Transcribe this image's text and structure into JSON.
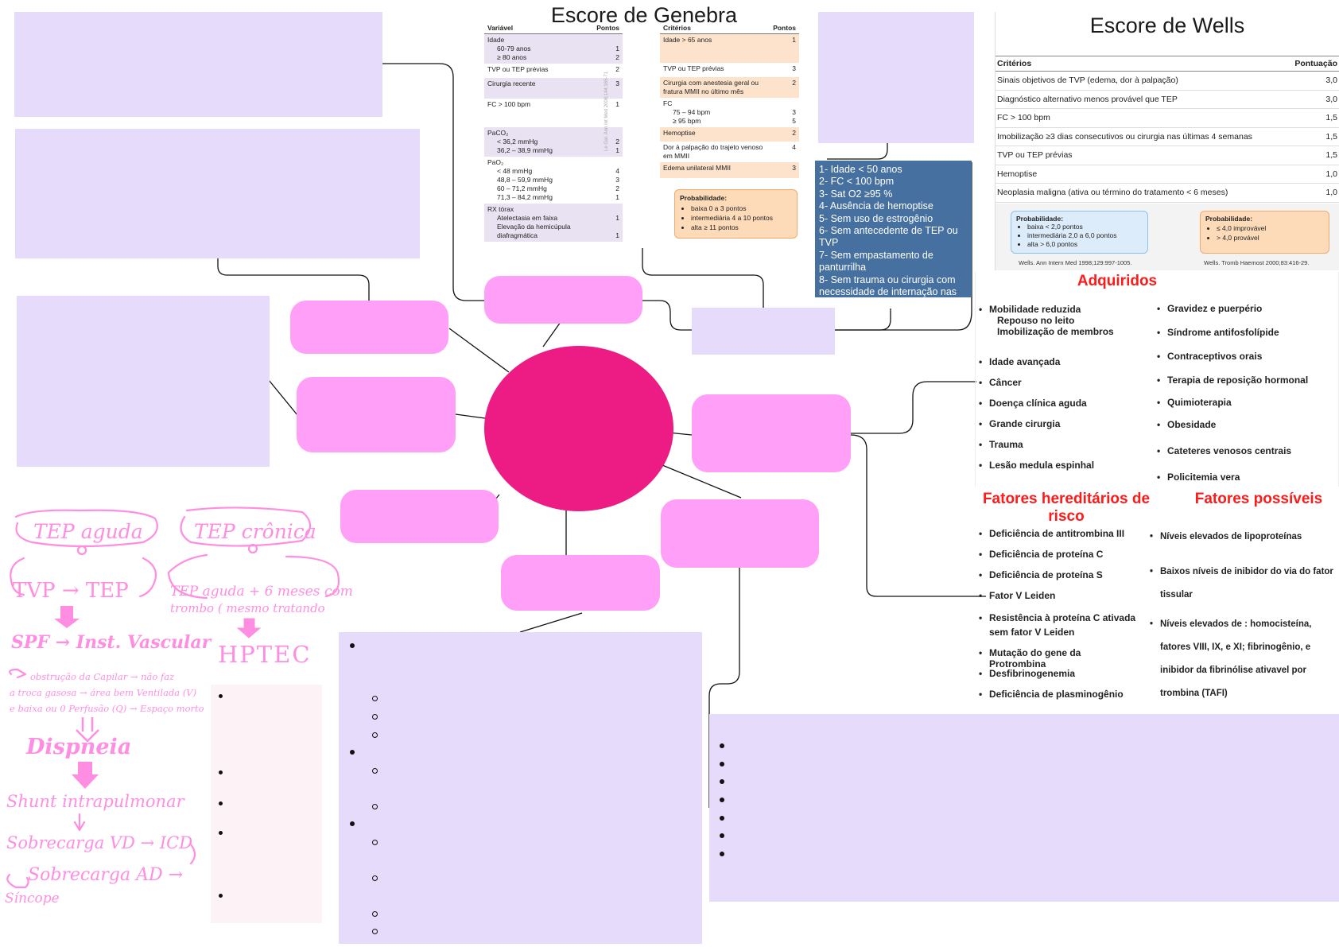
{
  "genebra": {
    "title": "Escore de Genebra",
    "left_header": [
      "Variável",
      "Pontos"
    ],
    "left_rows": [
      {
        "label": "Idade",
        "sub": [
          "60-79 anos",
          "≥ 80 anos"
        ],
        "points": [
          "",
          "1",
          "2"
        ]
      },
      {
        "label": "TVP ou TEP prévias",
        "points": [
          "2"
        ]
      },
      {
        "label": "Cirurgia recente",
        "points": [
          "3"
        ]
      },
      {
        "label": "FC > 100 bpm",
        "points": [
          "1"
        ]
      },
      {
        "label": "PaCO₂",
        "sub": [
          "< 36,2 mmHg",
          "36,2 – 38,9 mmHg"
        ],
        "points": [
          "",
          "2",
          "1"
        ]
      },
      {
        "label": "PaO₂",
        "sub": [
          "< 48 mmHg",
          "48,8 – 59,9 mmHg",
          "60 – 71,2 mmHg",
          "71,3 – 84,2 mmHg"
        ],
        "points": [
          "",
          "4",
          "3",
          "2",
          "1"
        ]
      },
      {
        "label": "RX tórax",
        "sub": [
          "Atelectasia em faixa",
          "Elevação da hemicúpula diafragmática"
        ],
        "points": [
          "",
          "1",
          "1"
        ]
      }
    ],
    "right_header": [
      "Critérios",
      "Pontos"
    ],
    "right_rows": [
      {
        "label": "Idade > 65 anos",
        "points": "1"
      },
      {
        "label": "TVP ou TEP prévias",
        "points": "3"
      },
      {
        "label": "Cirurgia com anestesia geral ou fratura MMII no último mês",
        "points": "2"
      },
      {
        "label": "FC",
        "sub": [
          "75 – 94 bpm",
          "≥ 95 bpm"
        ],
        "points": [
          "",
          "3",
          "5"
        ]
      },
      {
        "label": "Hemoptise",
        "points": "2"
      },
      {
        "label": "Dor à palpação do trajeto venoso em MMII",
        "points": "4"
      },
      {
        "label": "Edema unilateral MMII",
        "points": "3"
      }
    ],
    "side_ref": "Le Gal. Ann Int Med 2006;144:165-71",
    "prob_title": "Probabilidade:",
    "prob_items": [
      "baixa 0 a 3 pontos",
      "intermediária 4 a 10 pontos",
      "alta ≥ 11 pontos"
    ]
  },
  "wells": {
    "title": "Escore de Wells",
    "header": [
      "Critérios",
      "Pontuação"
    ],
    "rows": [
      {
        "label": "Sinais objetivos de TVP (edema, dor à palpação)",
        "points": "3,0"
      },
      {
        "label": "Diagnóstico alternativo menos provável que TEP",
        "points": "3,0"
      },
      {
        "label": "FC > 100 bpm",
        "points": "1,5"
      },
      {
        "label": "Imobilização ≥3 dias consecutivos ou cirurgia nas últimas 4 semanas",
        "points": "1,5"
      },
      {
        "label": "TVP ou TEP prévias",
        "points": "1,5"
      },
      {
        "label": "Hemoptise",
        "points": "1,0"
      },
      {
        "label": "Neoplasia maligna (ativa ou término do tratamento < 6 meses)",
        "points": "1,0"
      }
    ],
    "prob1_title": "Probabilidade:",
    "prob1_items": [
      "baixa < 2,0 pontos",
      "intermediária 2,0 a 6,0 pontos",
      "alta > 6,0 pontos"
    ],
    "prob1_ref": "Wells. Ann Intern Med 1998;129:997-1005.",
    "prob2_title": "Probabilidade:",
    "prob2_items": [
      "≤ 4,0 improvável",
      "> 4,0 provável"
    ],
    "prob2_ref": "Wells. Tromb Haemost 2000;83:416-29."
  },
  "perc": {
    "items": [
      "1- Idade < 50 anos",
      "2- FC  < 100 bpm",
      "3- Sat O2  ≥95 %",
      "4- Ausência de hemoptise",
      "5- Sem uso de estrogênio",
      "6- Sem antecedente de TEP ou TVP",
      "7- Sem empastamento de panturrilha",
      "8- Sem trauma ou cirurgia com necessidade de internação nas"
    ]
  },
  "risk": {
    "acquired_title": "Adquiridos",
    "acquired_left": [
      {
        "text": "Mobilidade  reduzida",
        "extra": [
          "Repouso  no  leito",
          "Imobilização  de  membros"
        ]
      },
      {
        "text": "Idade  avançada"
      },
      {
        "text": "Câncer"
      },
      {
        "text": "Doença  clínica  aguda"
      },
      {
        "text": "Grande  cirurgia"
      },
      {
        "text": "Trauma"
      },
      {
        "text": "Lesão  medula  espinhal"
      }
    ],
    "acquired_right": [
      "Gravidez  e  puerpério",
      "Síndrome  antifosfolípide",
      "Contraceptivos  orais",
      "Terapia  de  reposição  hormonal",
      "Quimioterapia",
      "Obesidade",
      "Cateteres  venosos  centrais",
      "Policitemia  vera"
    ],
    "hereditary_title": "Fatores  hereditários  de risco",
    "hereditary": [
      "Deficiência  de  antitrombina III",
      "Deficiência  de  proteína C",
      "Deficiência  de  proteína S",
      "Fator V Leiden",
      "Resistência à proteína C ativada sem fator V  Leiden",
      "Mutação do gene da Protrombina",
      "Desfibrinogenemia",
      "Deficiência de plasminogênio"
    ],
    "possible_title": "Fatores  possíveis",
    "possible": [
      "Níveis elevados de lipoproteínas",
      "Baixos  níveis  de  inibidor  do  via do  fator  tissular",
      "Níveis elevados de : homocisteína, fatores VIII, IX, e  XI;  fibrinogênio, e  inibidor da fibrinólise ativavel por  trombina (TAFI)"
    ]
  },
  "handwriting": {
    "tep_aguda": "TEP aguda",
    "tep_cronica": "TEP crônica",
    "tvp_tep": "TVP → TEP",
    "tep_aguda_6m": "TEP aguda + 6 meses com",
    "tep_aguda_6m_2": "trombo ( mesmo tratando",
    "spf": "SPF → Inst. Vascular",
    "hptec": "HPTEC",
    "obstrucao_1": "obstrução da Capilar → não faz",
    "obstrucao_2": "a troca gasosa → área bem Ventilada (V)",
    "obstrucao_3": "e baixa ou 0 Perfusão (Q) → Espaço morto",
    "dispneia": "Dispneia",
    "shunt": "Shunt intrapulmonar",
    "sobrecarga_vd": "Sobrecarga VD → ICD",
    "sobrecarga_ad": "Sobrecarga AD →",
    "sincope": "Síncope"
  }
}
